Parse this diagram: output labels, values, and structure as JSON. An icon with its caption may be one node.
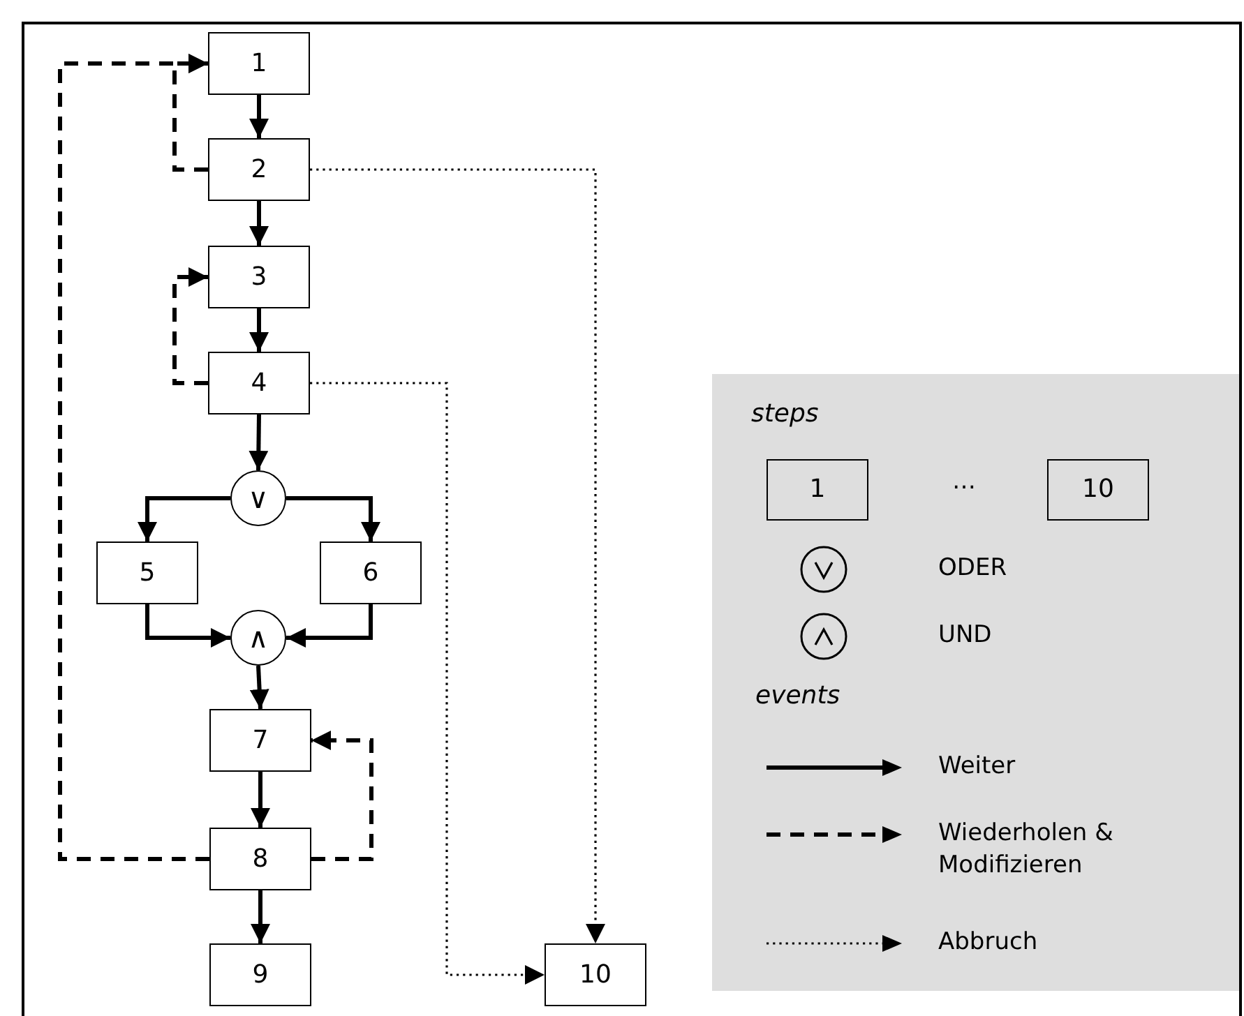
{
  "diagram": {
    "nodes": [
      {
        "text": [
          "1"
        ]
      },
      {
        "text": [
          "2"
        ]
      },
      {
        "text": [
          "3"
        ]
      },
      {
        "text": [
          "4"
        ]
      },
      {
        "text": [
          "∨"
        ]
      },
      {
        "text": [
          "5"
        ]
      },
      {
        "text": [
          "6"
        ]
      },
      {
        "text": [
          "∧"
        ]
      },
      {
        "text": [
          "7"
        ]
      },
      {
        "text": [
          "8"
        ]
      },
      {
        "text": [
          "9"
        ]
      },
      {
        "text": [
          "10"
        ]
      }
    ],
    "edges": [
      {
        "from": 0,
        "to": 1,
        "arrow": "to"
      },
      {
        "from": 1,
        "to": 0,
        "arrow": "to",
        "style": "dashed"
      },
      {
        "from": 1,
        "to": 11,
        "arrow": "to",
        "style": "dashed"
      },
      {
        "from": 1,
        "to": 2,
        "arrow": "to"
      },
      {
        "from": 2,
        "to": 3,
        "arrow": "to"
      },
      {
        "from": 3,
        "to": 2,
        "arrow": "to",
        "style": "dashed"
      },
      {
        "from": 3,
        "to": 11,
        "arrow": "to",
        "style": "dashed"
      },
      {
        "from": 3,
        "to": 4,
        "arrow": "to"
      },
      {
        "from": 4,
        "to": 5,
        "arrow": "to"
      },
      {
        "from": 4,
        "to": 6,
        "arrow": "to"
      },
      {
        "from": 5,
        "to": 7,
        "arrow": "to"
      },
      {
        "from": 6,
        "to": 7,
        "arrow": "to"
      },
      {
        "from": 7,
        "to": 8,
        "arrow": "to"
      },
      {
        "from": 8,
        "to": 9,
        "arrow": "to"
      },
      {
        "from": 9,
        "to": 8,
        "arrow": "to",
        "style": "dashed"
      },
      {
        "from": 9,
        "to": 0,
        "arrow": "to",
        "style": "dashed"
      },
      {
        "from": 9,
        "to": 10,
        "arrow": "to"
      }
    ],
    "labels": [
      "steps",
      "1",
      "…",
      "10",
      "events"
    ],
    "legend": [
      {
        "text": "ODER"
      },
      {
        "text": "UND"
      },
      {
        "text": "Weiter"
      },
      {
        "text": "Wiederholen & Modifizieren"
      },
      {
        "text": "Abbruch"
      }
    ]
  }
}
